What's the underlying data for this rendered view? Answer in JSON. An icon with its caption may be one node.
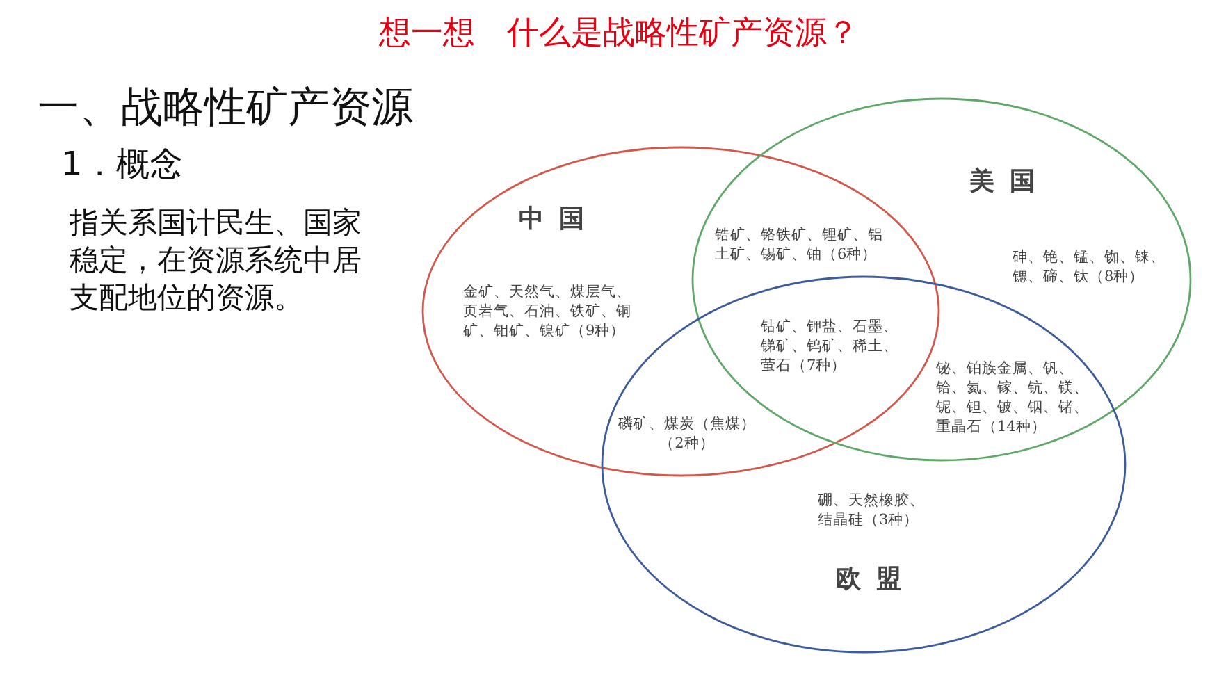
{
  "diagram": {
    "title": "想一想　什么是战略性矿产资源？",
    "nodes": [
      {
        "text": [
          "中国",
          "金矿、天然气、煤层气、页岩气、石油、铁矿、铜矿、钼矿、镍矿（9种）"
        ]
      },
      {
        "text": [
          "美国",
          "砷、铯、锰、铷、铼、锶、碲、钛（8种）"
        ]
      },
      {
        "text": [
          "硼、天然橡胶、结晶硅（3种）",
          "欧盟"
        ]
      }
    ],
    "labels": [
      "一、战略性矿产资源",
      "1．概念",
      "指关系国计民生、国家稳定，在资源系统中居支配地位的资源。",
      "锆矿、铬铁矿、锂矿、铝土矿、锡矿、铀（6种）",
      "钴矿、钾盐、石墨、锑矿、钨矿、稀土、萤石（7种）",
      "铋、铂族金属、钒、铪、氦、镓、钪、镁、铌、钽、铍、铟、锗、重晶石（14种）",
      "磷矿、煤炭（焦煤）（2种）"
    ]
  }
}
